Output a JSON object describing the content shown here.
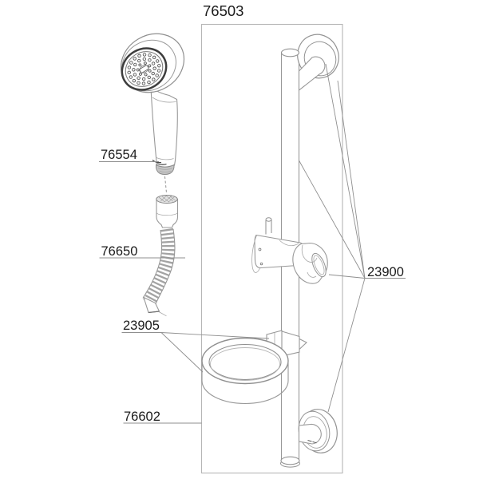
{
  "diagram": {
    "kind": "exploded-parts-diagram-shower-set",
    "background": "#ffffff",
    "colors": {
      "line": "#989898",
      "dark_accent": "#3d3d3d",
      "text": "#1b1b1b",
      "metal_shade": "#c6c6c6",
      "hatch_fill": "#e3e3e3"
    },
    "callouts": {
      "set": "76503",
      "hand_shower": "76554",
      "shower_hose": "76650",
      "soap_dish": "23905",
      "shower_rail": "76602",
      "wall_bracket": "23900"
    }
  }
}
